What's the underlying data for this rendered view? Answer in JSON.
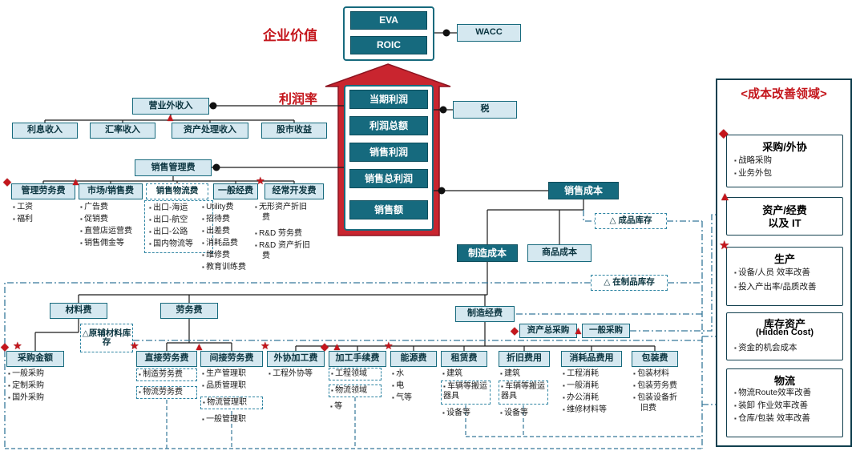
{
  "icons": {
    "diamond": "◆",
    "triangle": "▲",
    "star": "★"
  },
  "colors": {
    "teal": "#176a7d",
    "light_fill": "#d5e8f0",
    "red": "#c4161c",
    "arrow_red": "#c9252f"
  },
  "top": {
    "enterprise_value": "企业价值",
    "eva": "EVA",
    "roic": "ROIC",
    "wacc": "WACC",
    "tax": "税",
    "profit_rate": "利润率",
    "profit_stack": [
      "当期利润",
      "利润总额",
      "销售利润",
      "销售总利润",
      "销售额"
    ]
  },
  "non_operating": {
    "title": "营业外收入",
    "children": [
      "利息收入",
      "汇率收入",
      "资产处理收入",
      "股市收益"
    ]
  },
  "sga": {
    "title": "销售管理费",
    "columns": [
      {
        "title": "管理劳务费",
        "items": [
          "工资",
          "福利"
        ]
      },
      {
        "title": "市场/销售费",
        "items": [
          "广告费",
          "促销费",
          "直营店运营费",
          "销售佣金等"
        ]
      },
      {
        "title": "销售物流费",
        "items": [
          "出口-海运",
          "出口-航空",
          "出口-公路",
          "国内物流等"
        ]
      },
      {
        "title": "一般经费",
        "items": [
          "Utility费",
          "招待费",
          "出差费",
          "消耗品费",
          "维修费",
          "教育训练费"
        ]
      },
      {
        "title": "经常开发费",
        "items": [
          "无形资产折旧费",
          "R&D 劳务费",
          "R&D 资产折旧费"
        ]
      }
    ]
  },
  "cost": {
    "sales_cost": "销售成本",
    "manufacturing_cost": "制造成本",
    "merchandise_cost": "商品成本",
    "finished_goods_inventory": "△ 成品库存",
    "wip_inventory": "△ 在制品库存",
    "raw_material_inventory": "△原辅材料库存"
  },
  "materials": {
    "title": "材料费",
    "purchase": {
      "title": "采购金额",
      "items": [
        "一般采购",
        "定制采购",
        "国外采购"
      ]
    }
  },
  "labor": {
    "title": "劳务费",
    "direct": {
      "title": "直接劳务费",
      "items": [
        "制造劳务费",
        "物流劳务费"
      ]
    },
    "indirect": {
      "title": "间接劳务费",
      "items": [
        "生产管理职",
        "品质管理职",
        "物流管理职",
        "一般管理职"
      ]
    }
  },
  "overhead": {
    "title": "制造经费",
    "asset_purchase": "资产总采购",
    "general_purchase": "一般采购",
    "columns": [
      {
        "title": "外协加工费",
        "items": [
          "工程外协等"
        ]
      },
      {
        "title": "加工手续费",
        "items": [
          "工程领域",
          "物流领域",
          "等"
        ]
      },
      {
        "title": "能源费",
        "items": [
          "水",
          "电",
          "气等"
        ]
      },
      {
        "title": "租赁费",
        "items": [
          "建筑",
          "车辆等搬运器具",
          "设备等"
        ]
      },
      {
        "title": "折旧费用",
        "items": [
          "建筑",
          "车辆等搬运器具",
          "设备等"
        ]
      },
      {
        "title": "消耗品费用",
        "items": [
          "工程消耗",
          "一般消耗",
          "办公消耗",
          "维修材料等"
        ]
      },
      {
        "title": "包装费",
        "items": [
          "包装材料",
          "包装劳务费",
          "包装设备折旧费"
        ]
      }
    ]
  },
  "improvement_panel": {
    "header": "<成本改善领域>",
    "sections": [
      {
        "title": "采购/外协",
        "items": [
          "战略采购",
          "业务外包"
        ]
      },
      {
        "title": "资产/经费",
        "title2": "以及 IT",
        "items": []
      },
      {
        "title": "生产",
        "items": [
          "设备/人员 效率改善",
          "投入产出率/品质改善"
        ]
      },
      {
        "title": "库存资产",
        "subtitle": "(Hidden Cost)",
        "items": [
          "资金的机会成本"
        ]
      },
      {
        "title": "物流",
        "items": [
          "物流Route效率改善",
          "装卸 作业效率改善",
          "仓库/包装 效率改善"
        ]
      }
    ]
  }
}
